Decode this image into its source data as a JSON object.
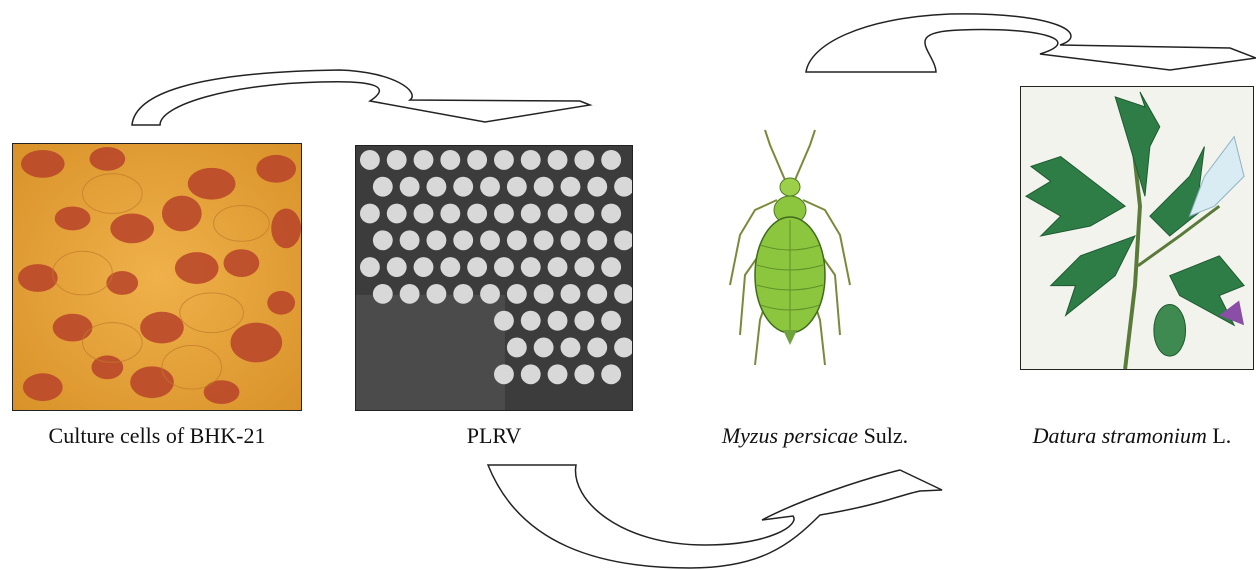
{
  "captions": {
    "cells": "Culture cells of BHK-21",
    "virus": "PLRV",
    "insect_italic": "Myzus persicae",
    "insect_rest": " Sulz.",
    "plant_italic": "Datura stramonium",
    "plant_rest": " L."
  },
  "colors": {
    "cells_bg": "#e8a534",
    "cells_nuclei": "#b33a22",
    "virus_bg": "#3a3a3a",
    "virus_particle": "#d6d6d6",
    "insect_body": "#8cc63f",
    "plant_leaf": "#3a8a4a",
    "plant_flower": "#d9ecf3",
    "arrow_stroke": "#222222"
  },
  "icons": [
    "curved-arrow-top-left",
    "curved-arrow-top-right",
    "curved-arrow-bottom",
    "cell-culture-image",
    "virus-micrograph-image",
    "aphid-illustration",
    "datura-plant-illustration"
  ]
}
